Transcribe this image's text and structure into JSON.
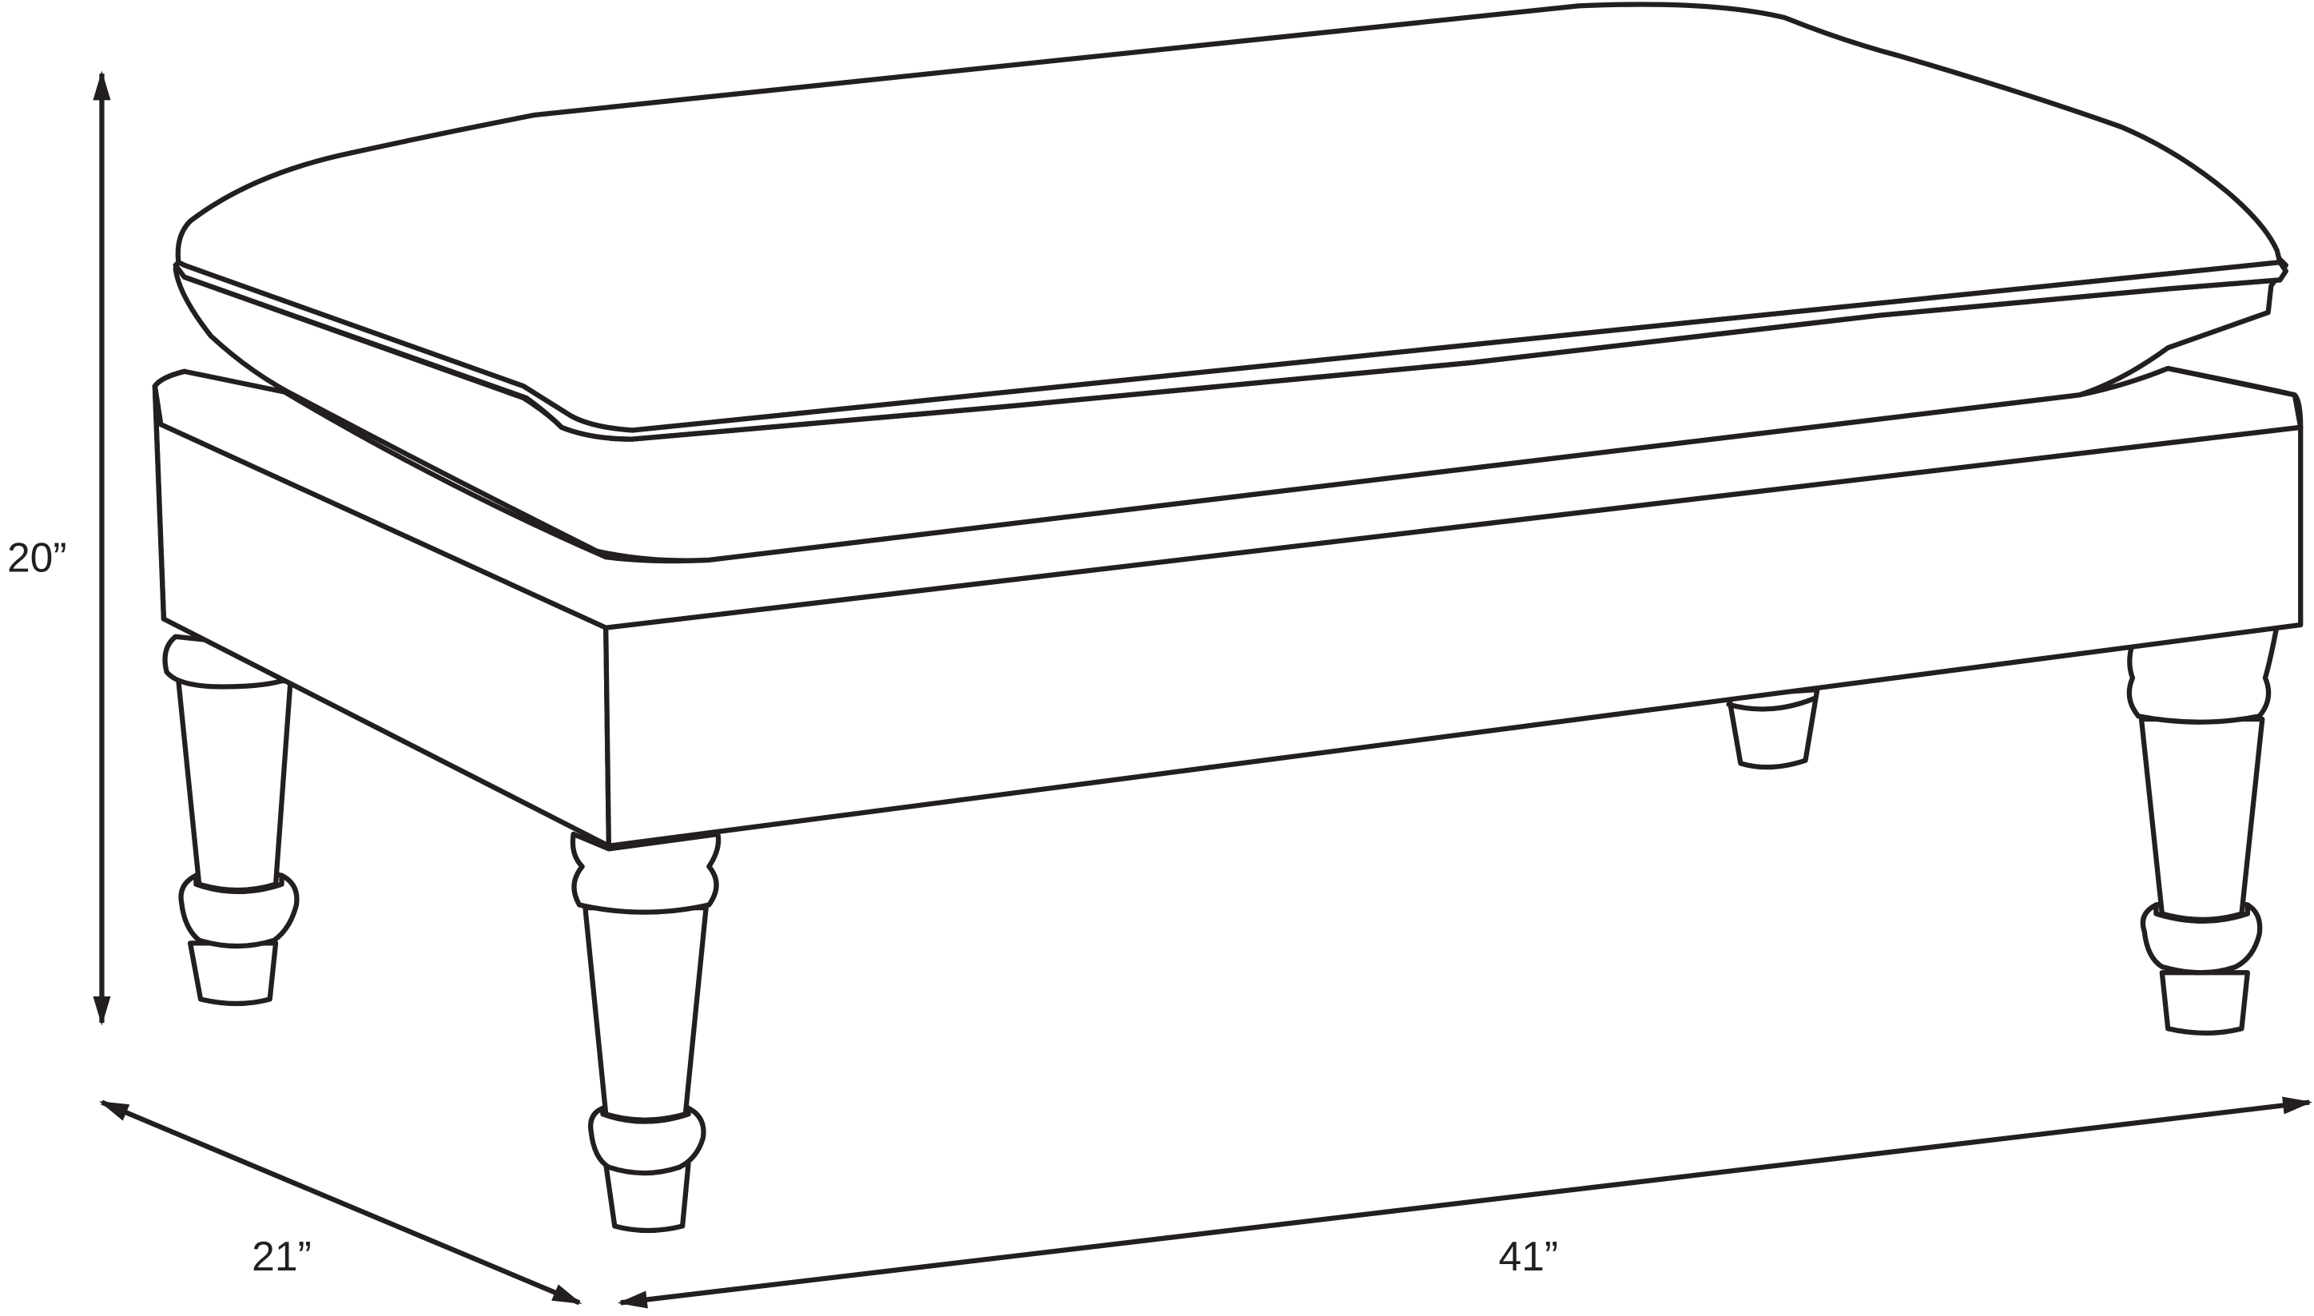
{
  "dimensions": {
    "height_label": "20”",
    "depth_label": "21”",
    "width_label": "41”"
  },
  "colors": {
    "line": "#231f20",
    "background": "#ffffff"
  }
}
